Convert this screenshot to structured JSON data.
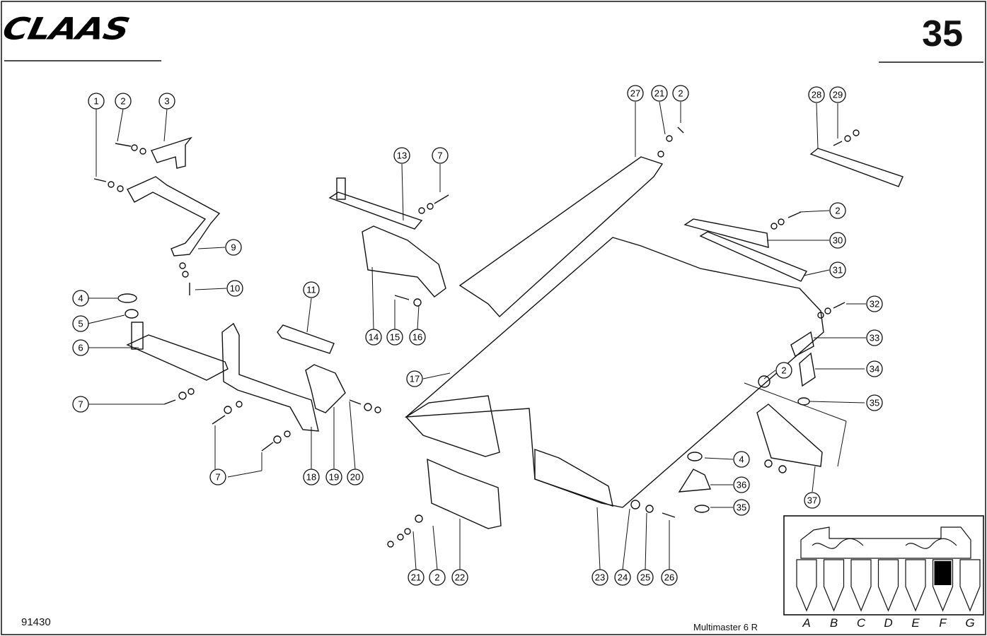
{
  "header": {
    "brand": "CLAAS",
    "page_number": "35"
  },
  "footer": {
    "drawing_number": "91430",
    "model": "Multimaster 6 R"
  },
  "callouts": [
    {
      "n": "1"
    },
    {
      "n": "2"
    },
    {
      "n": "3"
    },
    {
      "n": "9"
    },
    {
      "n": "10"
    },
    {
      "n": "4"
    },
    {
      "n": "5"
    },
    {
      "n": "6"
    },
    {
      "n": "7"
    },
    {
      "n": "7"
    },
    {
      "n": "18"
    },
    {
      "n": "19"
    },
    {
      "n": "20"
    },
    {
      "n": "11"
    },
    {
      "n": "13"
    },
    {
      "n": "7"
    },
    {
      "n": "14"
    },
    {
      "n": "15"
    },
    {
      "n": "16"
    },
    {
      "n": "17"
    },
    {
      "n": "22"
    },
    {
      "n": "2"
    },
    {
      "n": "21"
    },
    {
      "n": "23"
    },
    {
      "n": "24"
    },
    {
      "n": "25"
    },
    {
      "n": "26"
    },
    {
      "n": "27"
    },
    {
      "n": "21"
    },
    {
      "n": "2"
    },
    {
      "n": "28"
    },
    {
      "n": "29"
    },
    {
      "n": "2"
    },
    {
      "n": "30"
    },
    {
      "n": "31"
    },
    {
      "n": "32"
    },
    {
      "n": "33"
    },
    {
      "n": "34"
    },
    {
      "n": "35"
    },
    {
      "n": "2"
    },
    {
      "n": "37"
    },
    {
      "n": "4"
    },
    {
      "n": "36"
    },
    {
      "n": "35"
    }
  ],
  "position_legend": {
    "letters": [
      "A",
      "B",
      "C",
      "D",
      "E",
      "F",
      "G"
    ],
    "highlighted": "F"
  },
  "colors": {
    "ink": "#111111",
    "paper": "#ffffff",
    "highlight": "#000000"
  }
}
